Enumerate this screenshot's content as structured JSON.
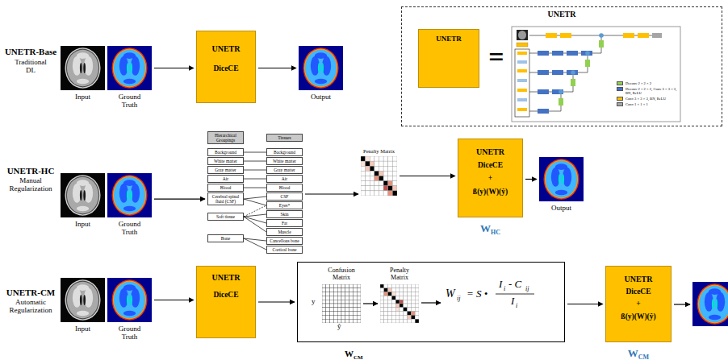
{
  "diagram": {
    "nodes": [
      {
        "text": [
          "Input"
        ]
      },
      {
        "text": [
          "Ground Truth"
        ]
      },
      {
        "text": [
          "UNETR",
          "DiceCE"
        ]
      },
      {
        "text": [
          "Output"
        ]
      },
      {
        "text": [
          "UNETR"
        ]
      },
      {
        "text": [
          "UNETR"
        ],
        "in": 4
      },
      {
        "text": [
          "Input"
        ]
      },
      {
        "text": [
          "Ground Truth"
        ]
      },
      {
        "text": [
          "Hierarchical Groupings"
        ]
      },
      {
        "text": [
          "Tissues"
        ]
      },
      {
        "text": [
          "Background"
        ]
      },
      {
        "text": [
          "White matter"
        ]
      },
      {
        "text": [
          "Gray matter"
        ]
      },
      {
        "text": [
          "Air"
        ]
      },
      {
        "text": [
          "Blood"
        ]
      },
      {
        "text": [
          "Cerebral spinal fluid (CSF)"
        ]
      },
      {
        "text": [
          "Soft tissue"
        ]
      },
      {
        "text": [
          "Bone"
        ]
      },
      {
        "text": [
          "Background"
        ]
      },
      {
        "text": [
          "White matter"
        ]
      },
      {
        "text": [
          "Gray matter"
        ]
      },
      {
        "text": [
          "Air"
        ]
      },
      {
        "text": [
          "Blood"
        ]
      },
      {
        "text": [
          "CSF"
        ]
      },
      {
        "text": [
          "Eyes*"
        ]
      },
      {
        "text": [
          "Skin"
        ]
      },
      {
        "text": [
          "Fat"
        ]
      },
      {
        "text": [
          "Muscle"
        ]
      },
      {
        "text": [
          "Cancellous bone"
        ]
      },
      {
        "text": [
          "Cortical bone"
        ]
      },
      {
        "text": [
          "Penalty Matrix"
        ]
      },
      {
        "text": [
          "UNETR",
          "DiceCE",
          "+",
          "ß(y)(W)(ŷ)",
          "W",
          "HC"
        ]
      },
      {
        "text": [
          "Output"
        ]
      },
      {
        "text": [
          "Input"
        ]
      },
      {
        "text": [
          "Ground Truth"
        ]
      },
      {
        "text": [
          "UNETR",
          "DiceCE"
        ]
      },
      {
        "text": [
          "W",
          "CM"
        ]
      },
      {
        "text": [
          "Confusion Matrix"
        ],
        "in": 36
      },
      {
        "text": [
          "Penalty Matrix"
        ],
        "in": 36
      },
      {
        "text": [
          "UNETR",
          "DiceCE",
          "+",
          "ß(y)(W)(ŷ)",
          "W",
          "CM"
        ]
      }
    ],
    "edges": [
      {
        "from": 1,
        "to": 2,
        "arrow": "to"
      },
      {
        "from": 2,
        "to": 3,
        "arrow": "to"
      },
      {
        "from": 7,
        "to": 15,
        "arrow": "to"
      },
      {
        "from": 10,
        "to": 18,
        "arrow": "none"
      },
      {
        "from": 11,
        "to": 19,
        "arrow": "none"
      },
      {
        "from": 12,
        "to": 20,
        "arrow": "none"
      },
      {
        "from": 13,
        "to": 21,
        "arrow": "none"
      },
      {
        "from": 14,
        "to": 22,
        "arrow": "none"
      },
      {
        "from": 15,
        "to": 23,
        "arrow": "none"
      },
      {
        "from": 15,
        "to": 24,
        "arrow": "none"
      },
      {
        "from": 16,
        "to": 24,
        "arrow": "none"
      },
      {
        "from": 16,
        "to": 25,
        "arrow": "none"
      },
      {
        "from": 16,
        "to": 26,
        "arrow": "none"
      },
      {
        "from": 16,
        "to": 27,
        "arrow": "none"
      },
      {
        "from": 17,
        "to": 28,
        "arrow": "none"
      },
      {
        "from": 17,
        "to": 29,
        "arrow": "none"
      },
      {
        "from": 23,
        "to": 30,
        "arrow": "to"
      },
      {
        "from": 30,
        "to": 31,
        "arrow": "to"
      },
      {
        "from": 31,
        "to": 32,
        "arrow": "to"
      },
      {
        "from": 34,
        "to": 35,
        "arrow": "to"
      },
      {
        "from": 35,
        "to": 36,
        "arrow": "to"
      },
      {
        "from": 37,
        "to": 38,
        "arrow": "to"
      },
      {
        "from": 36,
        "to": 39,
        "arrow": "to"
      }
    ],
    "labels": [
      "UNETR-Base",
      "Traditional DL",
      "UNETR-HC",
      "Manual Regularization",
      "UNETR-CM",
      "Automatic Regularization",
      "y",
      "ŷ",
      "W",
      "ij",
      "= S •",
      "I",
      "i",
      "- C",
      "ij",
      "I",
      "i",
      "="
    ],
    "legend": [
      {
        "text": "Deconv 2 × 2 × 2",
        "color": "#92d050"
      },
      {
        "text": "Deconv 2 × 2 × 2, Conv 3 × 3 × 3, BN, ReLU",
        "color": "#4472c4"
      },
      {
        "text": "Conv 3 × 3 × 3, BN, ReLU",
        "color": "#ffc000"
      },
      {
        "text": "Conv 1 × 1 × 1",
        "color": "#a5a5a5"
      }
    ]
  }
}
